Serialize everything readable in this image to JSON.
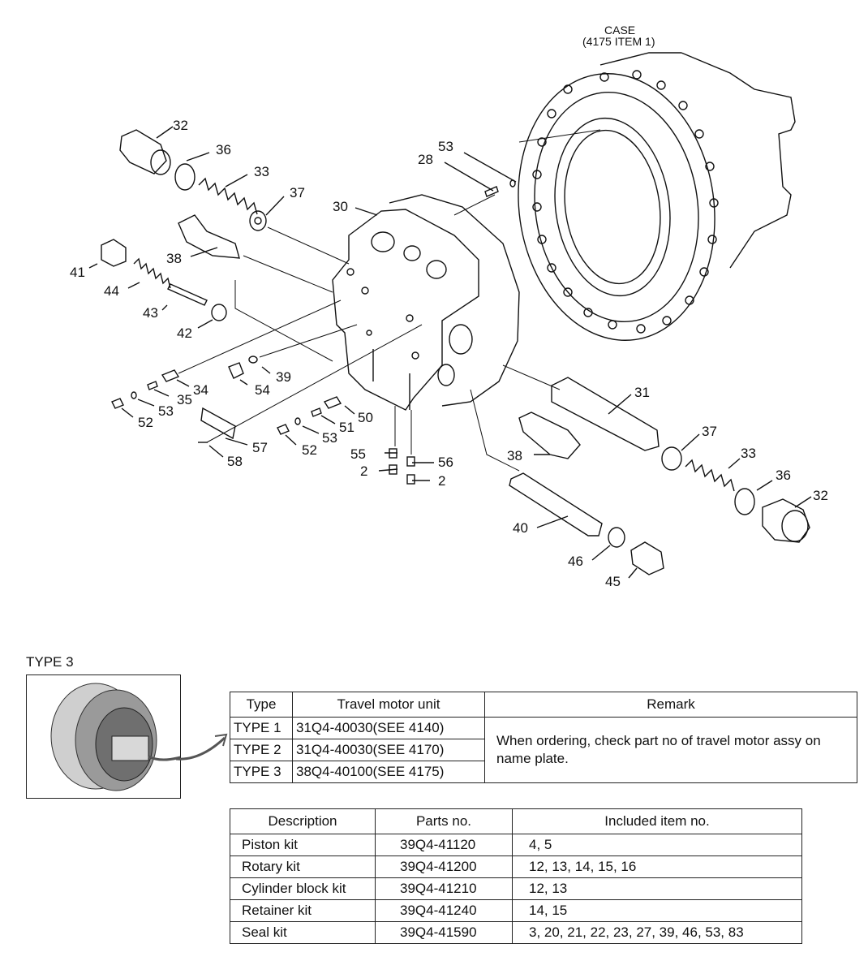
{
  "case_label": {
    "line1": "CASE",
    "line2": "(4175 ITEM 1)"
  },
  "callouts": [
    {
      "id": "32a",
      "text": "32"
    },
    {
      "id": "36a",
      "text": "36"
    },
    {
      "id": "33a",
      "text": "33"
    },
    {
      "id": "37a",
      "text": "37"
    },
    {
      "id": "53a",
      "text": "53"
    },
    {
      "id": "28",
      "text": "28"
    },
    {
      "id": "30",
      "text": "30"
    },
    {
      "id": "38a",
      "text": "38"
    },
    {
      "id": "41",
      "text": "41"
    },
    {
      "id": "44",
      "text": "44"
    },
    {
      "id": "43",
      "text": "43"
    },
    {
      "id": "42",
      "text": "42"
    },
    {
      "id": "39",
      "text": "39"
    },
    {
      "id": "54",
      "text": "54"
    },
    {
      "id": "34",
      "text": "34"
    },
    {
      "id": "35",
      "text": "35"
    },
    {
      "id": "53b",
      "text": "53"
    },
    {
      "id": "52a",
      "text": "52"
    },
    {
      "id": "50",
      "text": "50"
    },
    {
      "id": "51",
      "text": "51"
    },
    {
      "id": "53c",
      "text": "53"
    },
    {
      "id": "52b",
      "text": "52"
    },
    {
      "id": "57",
      "text": "57"
    },
    {
      "id": "58",
      "text": "58"
    },
    {
      "id": "55",
      "text": "55"
    },
    {
      "id": "2a",
      "text": "2"
    },
    {
      "id": "56",
      "text": "56"
    },
    {
      "id": "2b",
      "text": "2"
    },
    {
      "id": "31",
      "text": "31"
    },
    {
      "id": "38b",
      "text": "38"
    },
    {
      "id": "37b",
      "text": "37"
    },
    {
      "id": "33b",
      "text": "33"
    },
    {
      "id": "36b",
      "text": "36"
    },
    {
      "id": "32b",
      "text": "32"
    },
    {
      "id": "40",
      "text": "40"
    },
    {
      "id": "46",
      "text": "46"
    },
    {
      "id": "45",
      "text": "45"
    }
  ],
  "type_label": "TYPE 3",
  "type_table": {
    "headers": [
      "Type",
      "Travel motor unit",
      "Remark"
    ],
    "rows": [
      {
        "type": "TYPE 1",
        "unit": "31Q4-40030(SEE 4140)"
      },
      {
        "type": "TYPE 2",
        "unit": "31Q4-40030(SEE 4170)"
      },
      {
        "type": "TYPE 3",
        "unit": "38Q4-40100(SEE 4175)"
      }
    ],
    "remark": "When ordering, check part no of travel motor assy on name plate."
  },
  "kit_table": {
    "headers": [
      "Description",
      "Parts no.",
      "Included item no."
    ],
    "rows": [
      {
        "desc": "Piston kit",
        "part": "39Q4-41120",
        "items": "4, 5"
      },
      {
        "desc": "Rotary kit",
        "part": "39Q4-41200",
        "items": "12, 13, 14, 15, 16"
      },
      {
        "desc": "Cylinder block kit",
        "part": "39Q4-41210",
        "items": "12, 13"
      },
      {
        "desc": "Retainer kit",
        "part": "39Q4-41240",
        "items": "14, 15"
      },
      {
        "desc": "Seal kit",
        "part": "39Q4-41590",
        "items": "3, 20, 21, 22, 23, 27, 39, 46, 53, 83"
      }
    ]
  }
}
